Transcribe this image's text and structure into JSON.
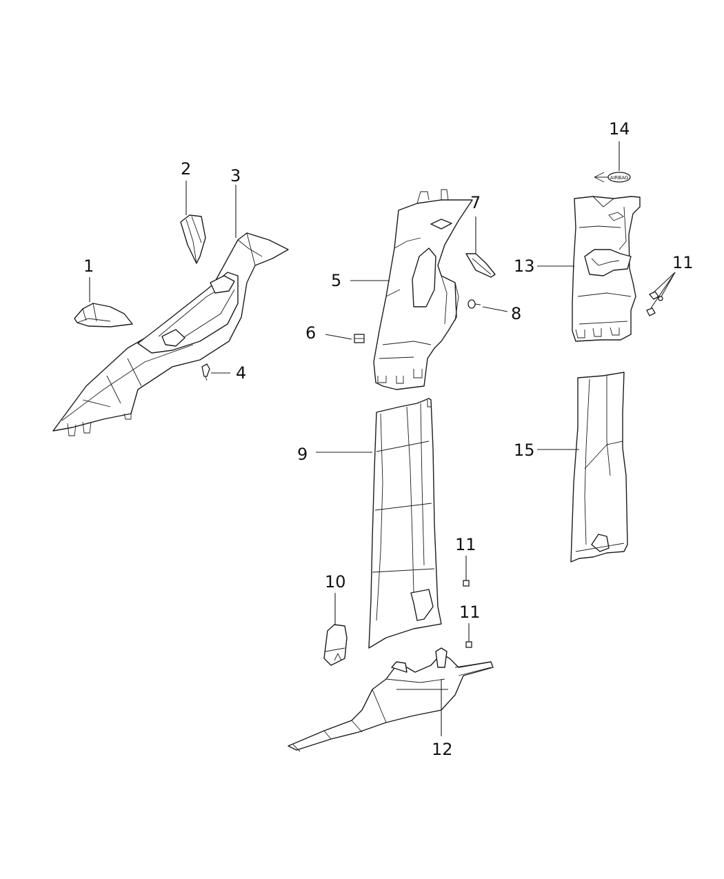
{
  "callouts": [
    {
      "id": "c1",
      "text": "1"
    },
    {
      "id": "c2",
      "text": "2"
    },
    {
      "id": "c3",
      "text": "3"
    },
    {
      "id": "c4",
      "text": "4"
    },
    {
      "id": "c5",
      "text": "5"
    },
    {
      "id": "c6",
      "text": "6"
    },
    {
      "id": "c7",
      "text": "7"
    },
    {
      "id": "c8",
      "text": "8"
    },
    {
      "id": "c9",
      "text": "9"
    },
    {
      "id": "c10",
      "text": "10"
    },
    {
      "id": "c11a",
      "text": "11"
    },
    {
      "id": "c11b",
      "text": "11"
    },
    {
      "id": "c11c",
      "text": "11"
    },
    {
      "id": "c12",
      "text": "12"
    },
    {
      "id": "c13",
      "text": "13"
    },
    {
      "id": "c14",
      "text": "14"
    },
    {
      "id": "c15",
      "text": "15"
    }
  ],
  "airbag_label": "AIRBAG"
}
